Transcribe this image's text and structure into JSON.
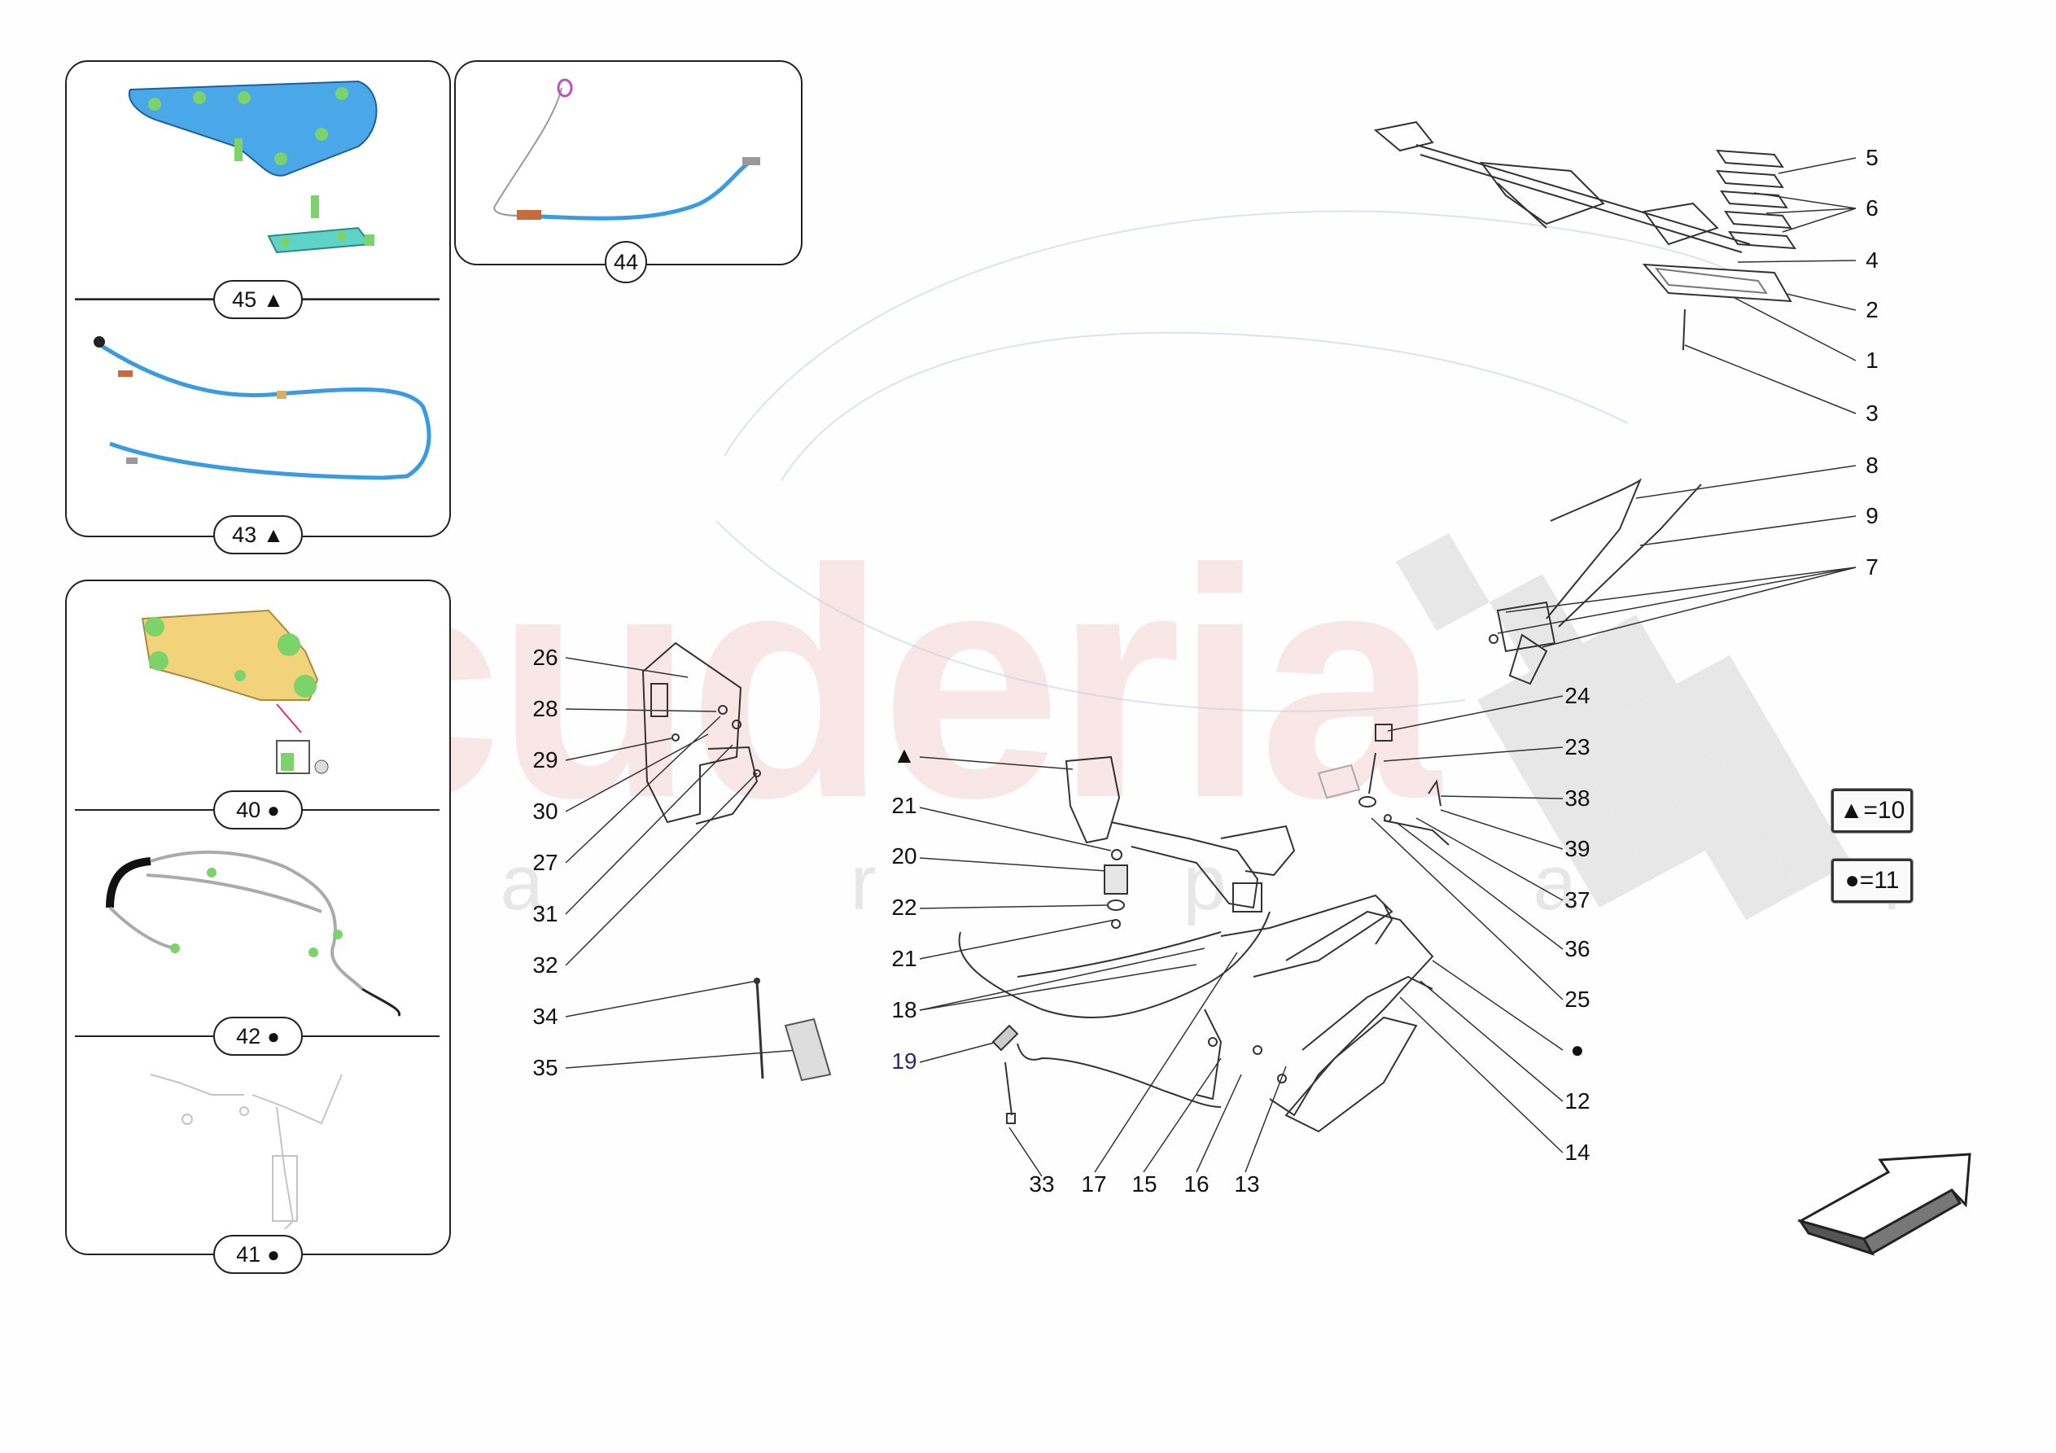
{
  "watermark": {
    "brand": "scuderia",
    "sub": "c a r p a r t s"
  },
  "colors": {
    "ink": "#111111",
    "cable_blue": "#3a9be0",
    "part_blue": "#4aa8e8",
    "part_green": "#7bd36a",
    "part_yellow": "#f2d27a",
    "checker": "#d9d9d9"
  },
  "panels": {
    "p45": {
      "number": "45",
      "mark": "▲"
    },
    "p43": {
      "number": "43",
      "mark": "▲"
    },
    "p44": {
      "number": "44"
    },
    "p40": {
      "number": "40",
      "mark": "●"
    },
    "p42": {
      "number": "42",
      "mark": "●"
    },
    "p41": {
      "number": "41",
      "mark": "●"
    }
  },
  "legend": {
    "triangle": "▲=10",
    "circle": "●=11"
  },
  "callouts": {
    "c5": "5",
    "c6": "6",
    "c4": "4",
    "c2": "2",
    "c1": "1",
    "c3": "3",
    "c8": "8",
    "c9": "9",
    "c7": "7",
    "c24": "24",
    "c23": "23",
    "c38": "38",
    "c39": "39",
    "c37": "37",
    "c36": "36",
    "c25": "25",
    "cdot": "●",
    "c12": "12",
    "c14": "14",
    "c26": "26",
    "c28": "28",
    "c29": "29",
    "c30": "30",
    "c27": "27",
    "c31": "31",
    "c32": "32",
    "c34": "34",
    "c35": "35",
    "ctri": "▲",
    "c21a": "21",
    "c20": "20",
    "c22": "22",
    "c21b": "21",
    "c18": "18",
    "c19": "19",
    "c33": "33",
    "c17": "17",
    "c15": "15",
    "c16": "16",
    "c13": "13"
  }
}
